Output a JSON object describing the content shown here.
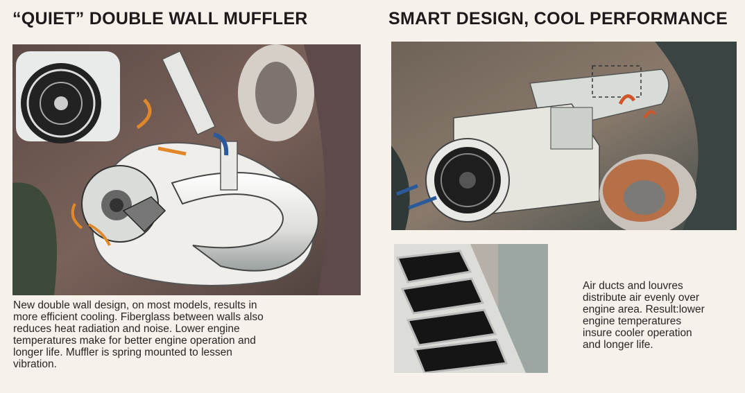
{
  "left": {
    "heading": "“QUIET” DOUBLE WALL MUFFLER",
    "caption_lines": [
      "New double wall design, on most models, results in",
      "more efficient cooling. Fiberglass between walls also",
      "reduces heat radiation and noise. Lower engine",
      "temperatures make for better engine operation and",
      "longer life. Muffler is spring mounted to lessen",
      "vibration."
    ]
  },
  "right": {
    "heading": "SMART DESIGN, COOL PERFORMANCE",
    "caption_lines": [
      "Air ducts and louvres",
      "distribute air evenly over",
      "engine area. Result:lower",
      "engine temperatures",
      "insure cooler operation",
      "and longer life."
    ]
  },
  "colors": {
    "background": "#f6f1ea",
    "text": "#2a2426",
    "arrow_orange": "#e0872a",
    "arrow_blue": "#2a5a9a"
  }
}
